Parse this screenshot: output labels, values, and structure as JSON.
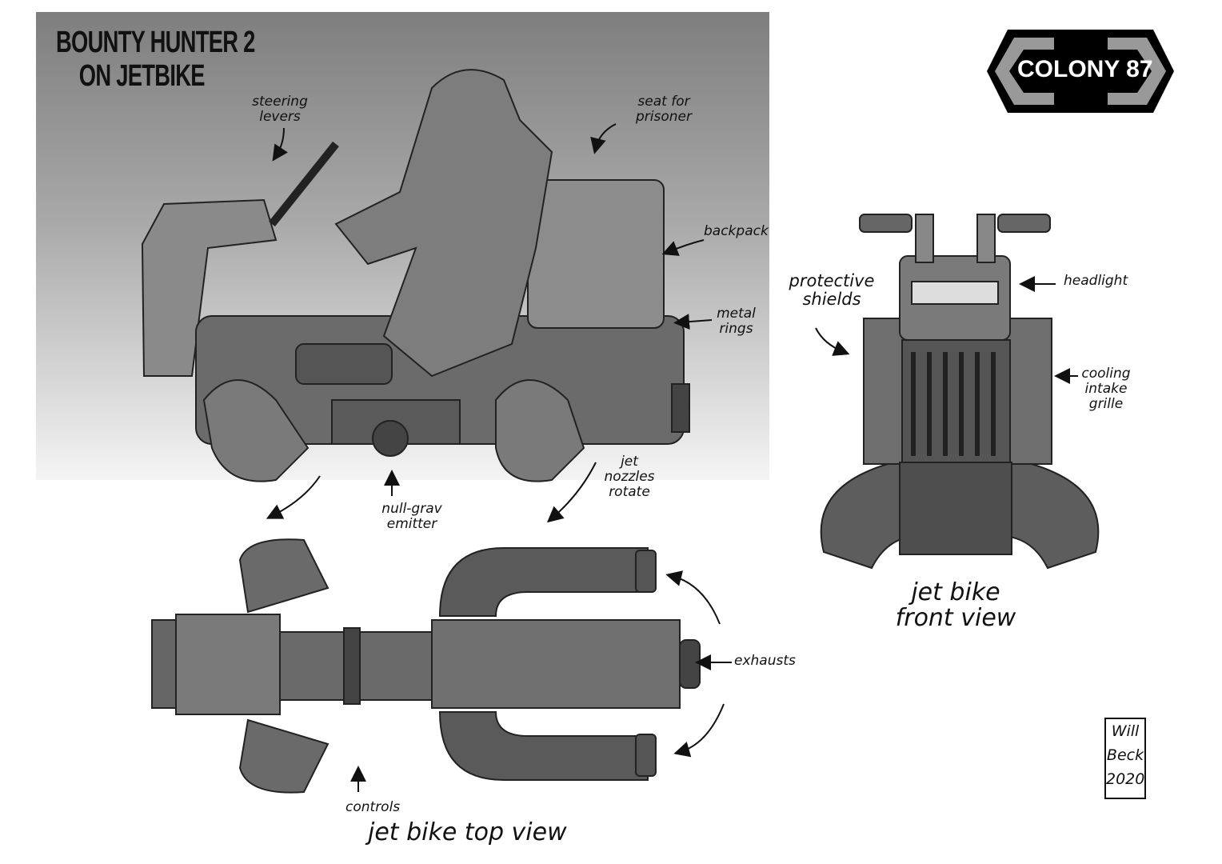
{
  "title": {
    "line1": "BOUNTY HUNTER 2",
    "line2": "ON JETBIKE"
  },
  "logo": {
    "text": "COLONY 87"
  },
  "signature": {
    "line1": "Will",
    "line2": "Beck",
    "line3": "2020"
  },
  "side_view_notes": {
    "steering": "steering levers",
    "seat": "seat for prisoner",
    "backpack": "backpack",
    "rings": "metal rings",
    "nozzles": "jet nozzles rotate",
    "emitter": "null-grav emitter"
  },
  "front_view_notes": {
    "shields": "protective shields",
    "headlight": "headlight",
    "grille": "cooling intake grille",
    "caption": "jet bike front view"
  },
  "top_view_notes": {
    "exhausts": "exhausts",
    "controls": "controls",
    "caption": "jet bike top view"
  }
}
